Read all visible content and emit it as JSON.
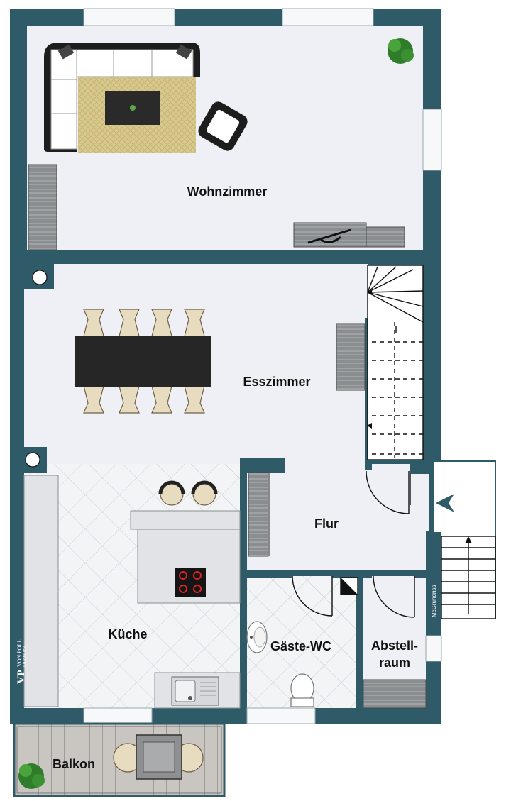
{
  "rooms": {
    "living": "Wohnzimmer",
    "dining": "Esszimmer",
    "hallway": "Flur",
    "kitchen": "Küche",
    "guest_wc": "Gäste-WC",
    "storage_line1": "Abstell-",
    "storage_line2": "raum",
    "balcony": "Balkon"
  },
  "brand": {
    "monogram": "VP",
    "name": "VON POLL",
    "tagline": "IMMOBILIEN"
  },
  "credit": "McGrundriss",
  "colors": {
    "wall": "#2f5b68",
    "floor": "#eef0f5",
    "text": "#111111"
  }
}
